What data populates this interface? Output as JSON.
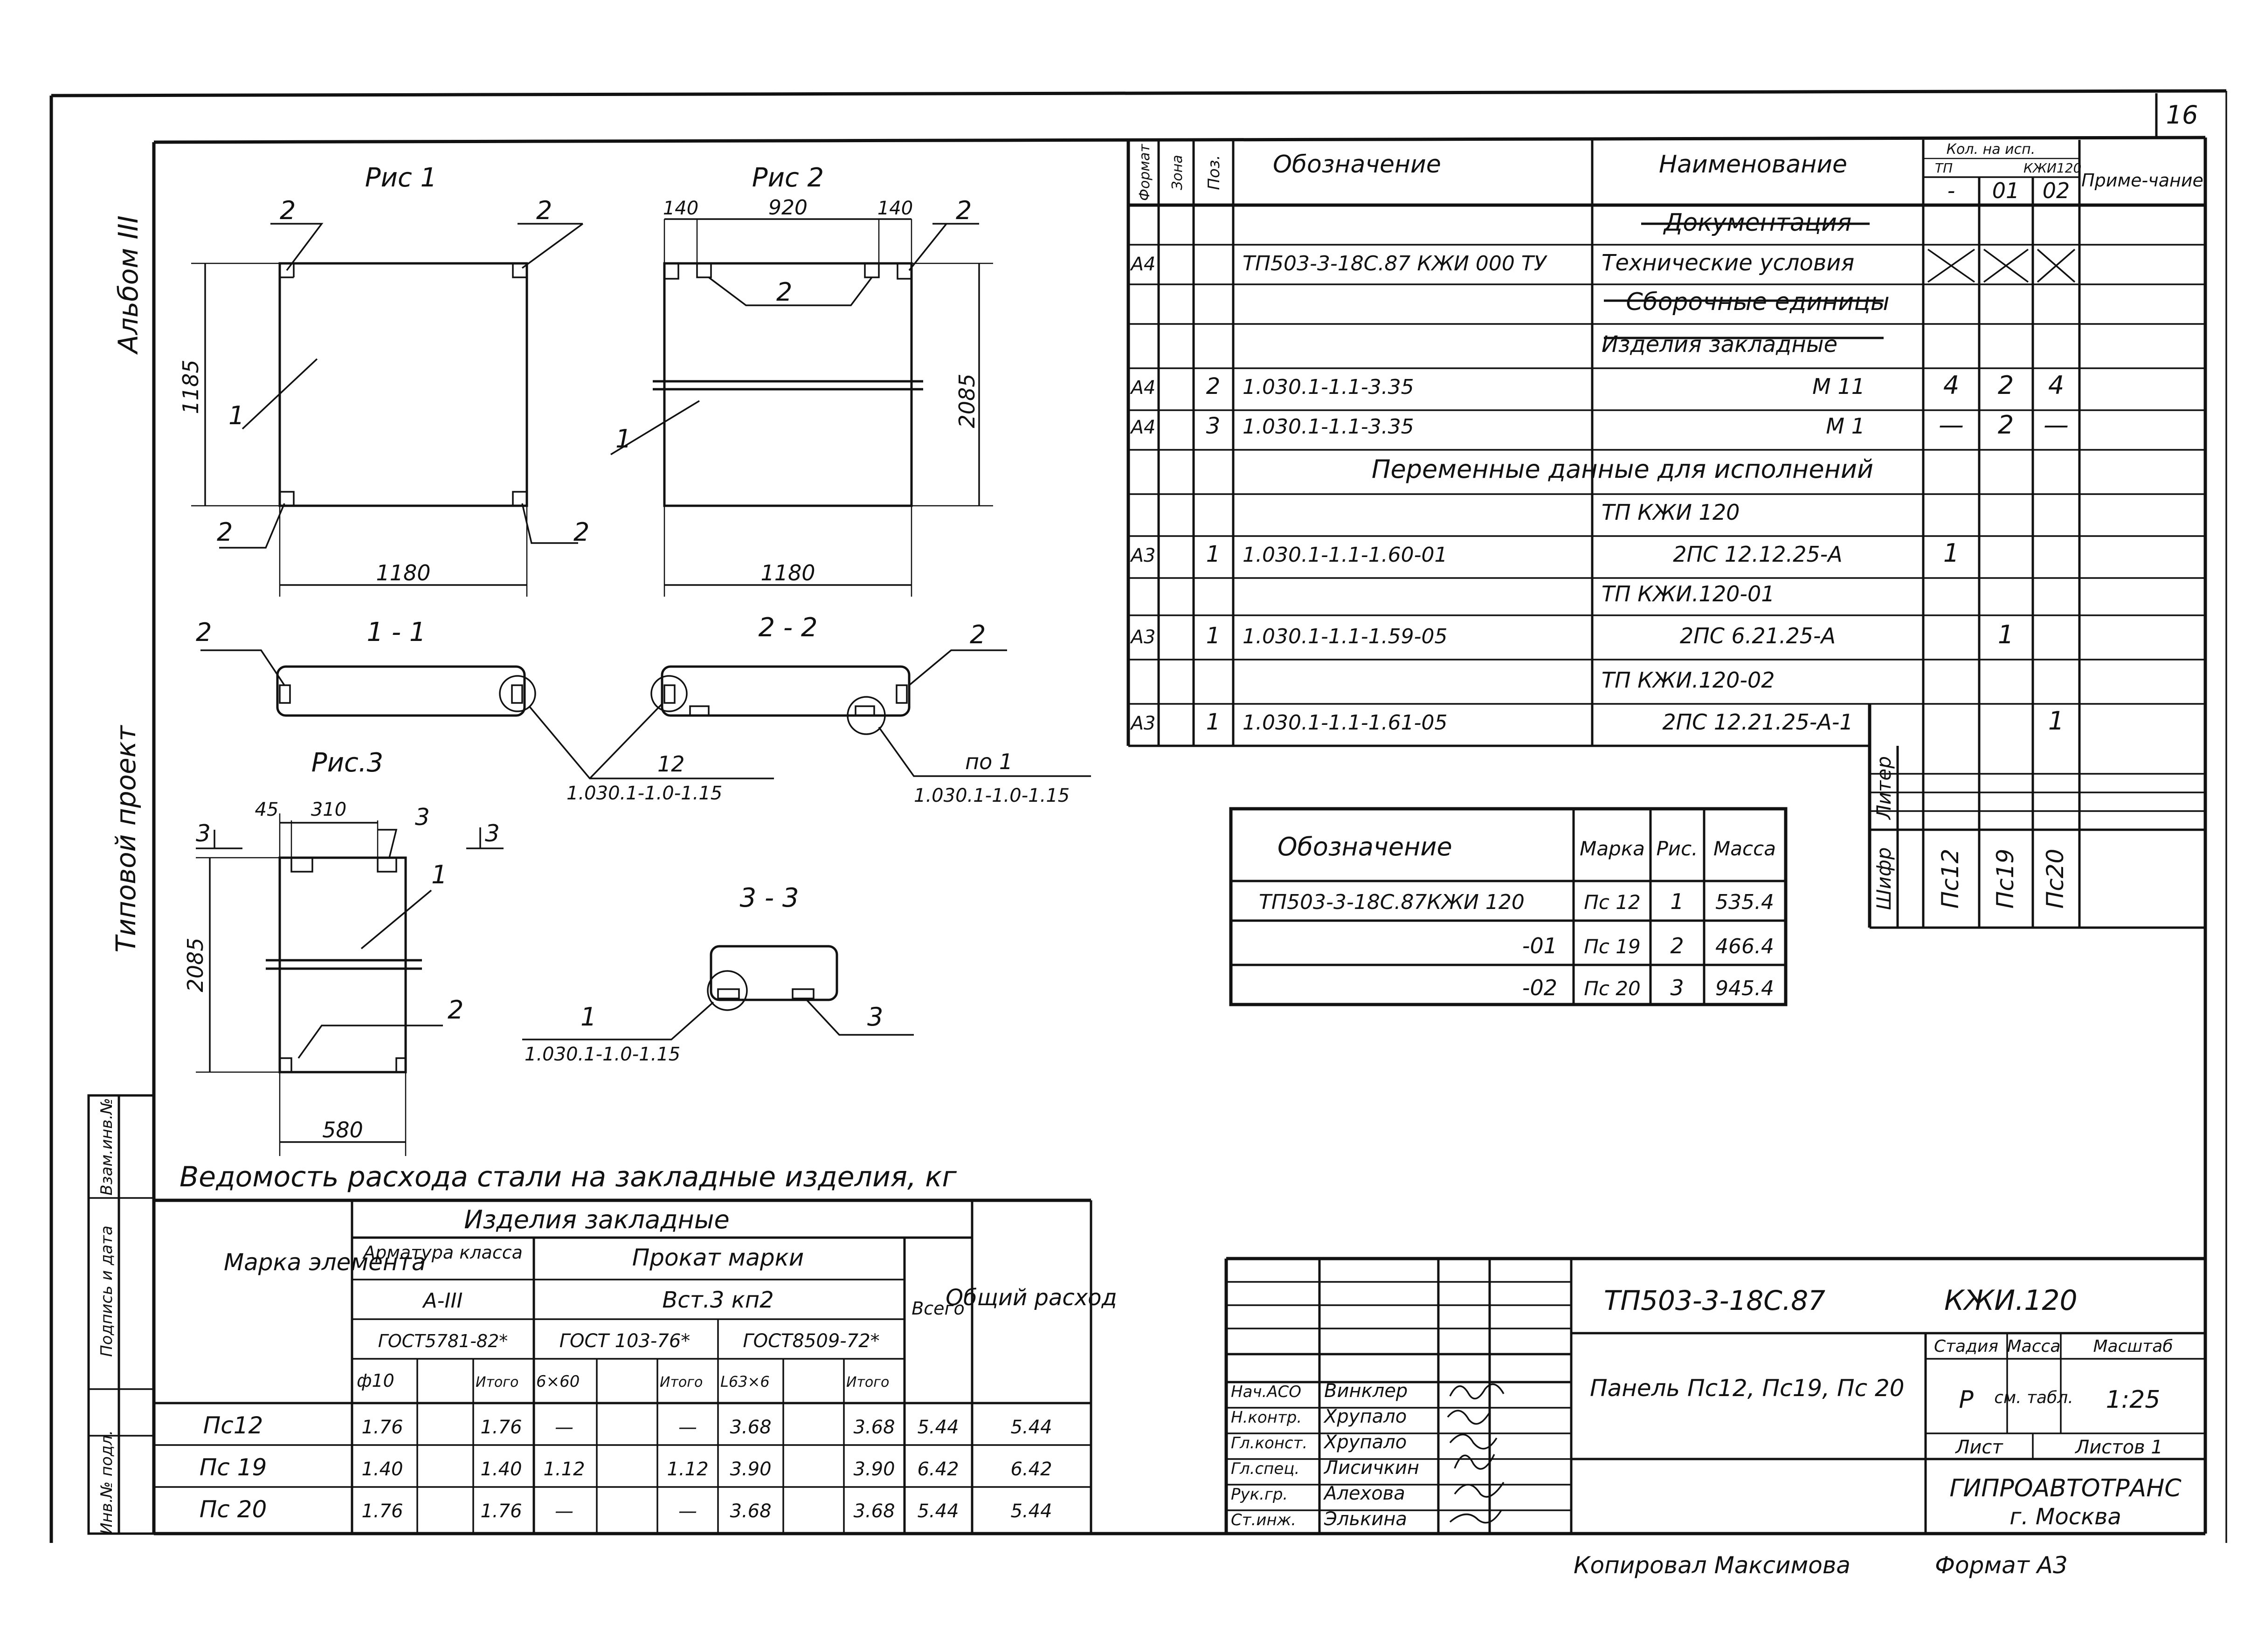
{
  "page_number": "16",
  "side": {
    "album": "Альбом III",
    "project": "Типовой проект"
  },
  "stamp_cols": [
    "Взам.инв.№",
    "Подпись и дата",
    "Инв.№ подл."
  ],
  "drawings": {
    "fig1": {
      "title": "Рис 1",
      "dim_h": "1185",
      "dim_w": "1180",
      "pos1": "1",
      "pos2": "2"
    },
    "fig2": {
      "title": "Рис 2",
      "d140a": "140",
      "d920": "920",
      "d140b": "140",
      "dim_h": "2085",
      "dim_w": "1180",
      "pos1": "1",
      "pos2": "2"
    },
    "sec11": {
      "title": "1 - 1",
      "pos": "2"
    },
    "sec22": {
      "title": "2 - 2",
      "pos": "2"
    },
    "ref1": {
      "num": "12",
      "code": "1.030.1-1.0-1.15"
    },
    "ref2": {
      "num": "по 1",
      "code": "1.030.1-1.0-1.15"
    },
    "fig3": {
      "title": "Рис.3",
      "d45": "45",
      "d310": "310",
      "dim_h": "2085",
      "dim_w": "580",
      "cut": "3",
      "pos1": "1",
      "pos2": "2",
      "pos3": "3"
    },
    "sec33": {
      "title": "3 - 3",
      "pos1": "1",
      "code": "1.030.1-1.0-1.15",
      "pos3": "3"
    }
  },
  "spec": {
    "headers": {
      "format": "Формат",
      "zone": "Зона",
      "pos": "Поз.",
      "designation": "Обозначение",
      "name": "Наименование",
      "qty": "Кол. на исп.",
      "qty_tp": "ТП",
      "qty_kzhi": "КЖИ120",
      "qty_cols": [
        "-",
        "01",
        "02"
      ],
      "note": "Приме-чание"
    },
    "rows": [
      {
        "format": "",
        "pos": "",
        "designation": "",
        "name": "Документация",
        "q1": "",
        "q2": "",
        "q3": ""
      },
      {
        "format": "А4",
        "pos": "",
        "designation": "ТП503-3-18С.87 КЖИ 000 ТУ",
        "name": "Технические условия",
        "q1": "",
        "q2": "",
        "q3": ""
      },
      {
        "format": "",
        "pos": "",
        "designation": "",
        "name": "Сборочные единицы",
        "q1": "",
        "q2": "",
        "q3": ""
      },
      {
        "format": "",
        "pos": "",
        "designation": "",
        "name": "Изделия закладные",
        "q1": "",
        "q2": "",
        "q3": ""
      },
      {
        "format": "А4",
        "pos": "2",
        "designation": "1.030.1-1.1-3.35",
        "name": "М 11",
        "q1": "4",
        "q2": "2",
        "q3": "4"
      },
      {
        "format": "А4",
        "pos": "3",
        "designation": "1.030.1-1.1-3.35",
        "name": "М 1",
        "q1": "—",
        "q2": "2",
        "q3": "—"
      },
      {
        "format": "",
        "pos": "",
        "designation": "",
        "name": "Переменные данные для исполнений",
        "q1": "",
        "q2": "",
        "q3": ""
      },
      {
        "format": "",
        "pos": "",
        "designation": "",
        "name": "ТП КЖИ 120",
        "q1": "",
        "q2": "",
        "q3": ""
      },
      {
        "format": "А3",
        "pos": "1",
        "designation": "1.030.1-1.1-1.60-01",
        "name": "2ПС 12.12.25-А",
        "q1": "1",
        "q2": "",
        "q3": ""
      },
      {
        "format": "",
        "pos": "",
        "designation": "",
        "name": "ТП КЖИ.120-01",
        "q1": "",
        "q2": "",
        "q3": ""
      },
      {
        "format": "А3",
        "pos": "1",
        "designation": "1.030.1-1.1-1.59-05",
        "name": "2ПС 6.21.25-А",
        "q1": "",
        "q2": "1",
        "q3": ""
      },
      {
        "format": "",
        "pos": "",
        "designation": "",
        "name": "ТП КЖИ.120-02",
        "q1": "",
        "q2": "",
        "q3": ""
      },
      {
        "format": "А3",
        "pos": "1",
        "designation": "1.030.1-1.1-1.61-05",
        "name": "2ПС 12.21.25-А-1",
        "q1": "",
        "q2": "",
        "q3": "1"
      }
    ],
    "liter": "Литер",
    "shifr": "Шифр",
    "marks": [
      "Пс12",
      "Пс19",
      "Пс20"
    ]
  },
  "mass_table": {
    "headers": {
      "designation": "Обозначение",
      "mark": "Марка",
      "fig": "Рис.",
      "mass": "Масса"
    },
    "rows": [
      {
        "designation": "ТП503-3-18С.87КЖИ 120",
        "mark": "Пс 12",
        "fig": "1",
        "mass": "535.4"
      },
      {
        "designation": "-01",
        "mark": "Пс 19",
        "fig": "2",
        "mass": "466.4"
      },
      {
        "designation": "-02",
        "mark": "Пс 20",
        "fig": "3",
        "mass": "945.4"
      }
    ]
  },
  "steel": {
    "title": "Ведомость расхода стали на закладные изделия, кг",
    "mark_col": "Марка элемента",
    "group": "Изделия закладные",
    "arm": "Арматура класса",
    "arm_class": "А-III",
    "prokat": "Прокат марки",
    "prokat_grade": "Вст.3 кп2",
    "gost1": "ГОСТ5781-82*",
    "gost2": "ГОСТ 103-76*",
    "gost3": "ГОСТ8509-72*",
    "s1": "ф10",
    "s2": "6×60",
    "s3": "L63×6",
    "itogo": "Итого",
    "vsego": "Всего",
    "total": "Общий расход",
    "rows": [
      {
        "mark": "Пс12",
        "a": "1.76",
        "ai": "1.76",
        "b": "—",
        "bi": "—",
        "c": "3.68",
        "ci": "3.68",
        "all": "5.44",
        "tot": "5.44"
      },
      {
        "mark": "Пс 19",
        "a": "1.40",
        "ai": "1.40",
        "b": "1.12",
        "bi": "1.12",
        "c": "3.90",
        "ci": "3.90",
        "all": "6.42",
        "tot": "6.42"
      },
      {
        "mark": "Пс 20",
        "a": "1.76",
        "ai": "1.76",
        "b": "—",
        "bi": "—",
        "c": "3.68",
        "ci": "3.68",
        "all": "5.44",
        "tot": "5.44"
      }
    ]
  },
  "title_block": {
    "code": "ТП503-3-18С.87",
    "doc": "КЖИ.120",
    "name": "Панель Пс12, Пс19, Пс 20",
    "stage_h": "Стадия",
    "mass_h": "Масса",
    "scale_h": "Масштаб",
    "stage": "Р",
    "mass": "см. табл.",
    "scale": "1:25",
    "sheet_h": "Лист",
    "sheets_h": "Листов 1",
    "org": "ГИПРОАВТОТРАНС",
    "city": "г. Москва",
    "roles": [
      {
        "role": "Нач.АСО",
        "name": "Винклер"
      },
      {
        "role": "Н.контр.",
        "name": "Хрупало"
      },
      {
        "role": "Гл.конст.",
        "name": "Хрупало"
      },
      {
        "role": "Гл.спец.",
        "name": "Лисичкин"
      },
      {
        "role": "Рук.гр.",
        "name": "Алехова"
      },
      {
        "role": "Ст.инж.",
        "name": "Элькина"
      }
    ]
  },
  "footer": {
    "copied": "Копировал Максимова",
    "format": "Формат А3"
  }
}
